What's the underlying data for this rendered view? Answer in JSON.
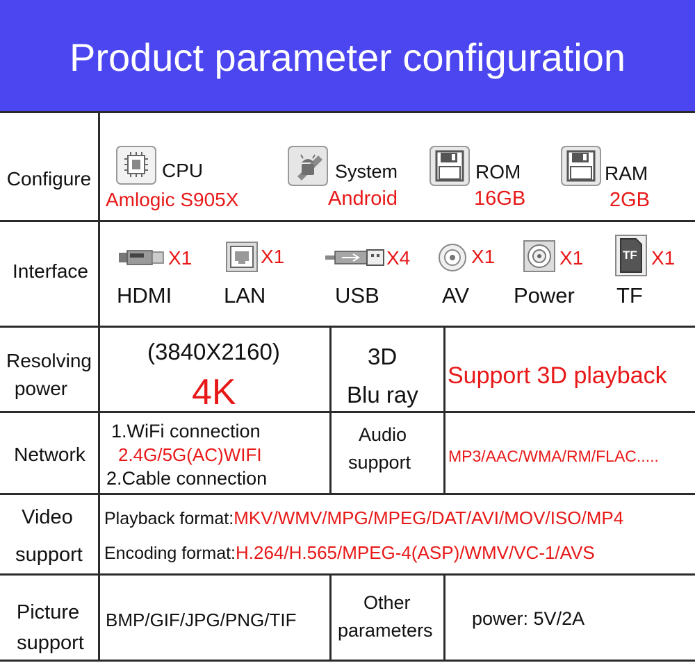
{
  "title": "Product parameter configuration",
  "rows": {
    "configure": {
      "label": "Configure",
      "items": [
        {
          "name": "CPU",
          "value": "Amlogic S905X",
          "icon": "chip-icon"
        },
        {
          "name": "System",
          "value": "Android",
          "icon": "android-icon"
        },
        {
          "name": "ROM",
          "value": "16GB",
          "icon": "floppy-disk-icon"
        },
        {
          "name": "RAM",
          "value": "2GB",
          "icon": "floppy-disk-icon"
        }
      ]
    },
    "interface": {
      "label": "Interface",
      "ports": [
        {
          "name": "HDMI",
          "count": "X1",
          "icon": "hdmi-port-icon"
        },
        {
          "name": "LAN",
          "count": "X1",
          "icon": "lan-port-icon"
        },
        {
          "name": "USB",
          "count": "X4",
          "icon": "usb-port-icon"
        },
        {
          "name": "AV",
          "count": "X1",
          "icon": "av-port-icon"
        },
        {
          "name": "Power",
          "count": "X1",
          "icon": "power-port-icon"
        },
        {
          "name": "TF",
          "count": "X1",
          "icon": "tf-card-icon",
          "badge": "TF"
        }
      ]
    },
    "resolving": {
      "label_line1": "Resolving",
      "label_line2": "power",
      "resolution": "(3840X2160)",
      "res_badge": "4K",
      "mid_line1": "3D",
      "mid_line2": "Blu ray",
      "support": "Support 3D playback"
    },
    "network": {
      "label": "Network",
      "line1": "1.WiFi connection",
      "line2": "2.4G/5G(AC)WIFI",
      "line3": "2.Cable connection",
      "audio_line1": "Audio",
      "audio_line2": "support",
      "audio_formats": "MP3/AAC/WMA/RM/FLAC....."
    },
    "video": {
      "label_line1": "Video",
      "label_line2": "support",
      "playback_label": "Playback format:",
      "playback_value": "MKV/WMV/MPG/MPEG/DAT/AVI/MOV/ISO/MP4",
      "encoding_label": "Encoding format:",
      "encoding_value": "H.264/H.565/MPEG-4(ASP)/WMV/VC-1/AVS"
    },
    "picture": {
      "label_line1": "Picture",
      "label_line2": "support",
      "formats": "BMP/GIF/JPG/PNG/TIF",
      "other_line1": "Other",
      "other_line2": "parameters",
      "power": "power: 5V/2A"
    }
  }
}
